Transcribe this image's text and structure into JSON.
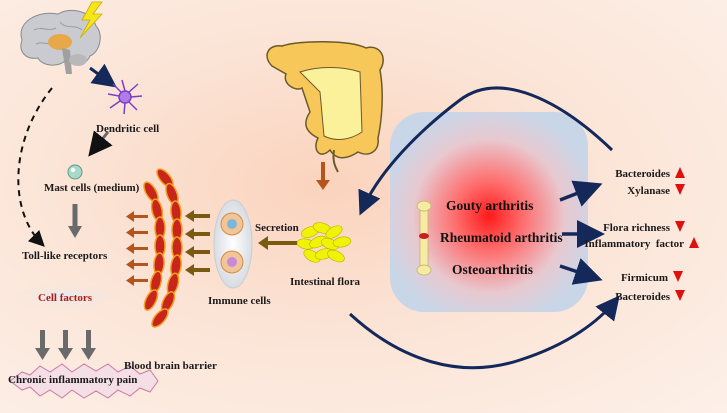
{
  "labels": {
    "dendritic_cell": "Dendritic cell",
    "mast_cells": "Mast cells (medium)",
    "toll_like": "Toll-like receptors",
    "cell_factors": "Cell factors",
    "chronic_pain": "Chronic inflammatory pain",
    "blood_brain_barrier": "Blood brain barrier",
    "immune_cells": "Immune cells",
    "secretion": "Secretion",
    "intestinal_flora": "Intestinal flora"
  },
  "diseases": {
    "gouty": "Gouty arthritis",
    "rheumatoid": "Rheumatoid arthritis",
    "osteo": "Osteoarthritis"
  },
  "effects": [
    {
      "line1": "Bacteroides",
      "dir1": "up",
      "line2": "Xylanase",
      "dir2": "down"
    },
    {
      "line1": "Flora richness",
      "dir1": "down",
      "line2": "Inflammatory  factor",
      "dir2": "up"
    },
    {
      "line1": "Firmicum",
      "dir1": "down",
      "line2": "Bacteroides",
      "dir2": "down"
    }
  ],
  "colors": {
    "accent_red": "#e01010",
    "dark_blue": "#14285a",
    "brown_arrow": "#7a5a10",
    "gray_arrow": "#6a6a6a"
  },
  "icons": [
    "brain-icon",
    "lightning-icon",
    "dendritic-cell-icon",
    "mast-cell-icon",
    "intestine-icon",
    "flora-icon",
    "bone-icon",
    "immune-cell-icon"
  ]
}
